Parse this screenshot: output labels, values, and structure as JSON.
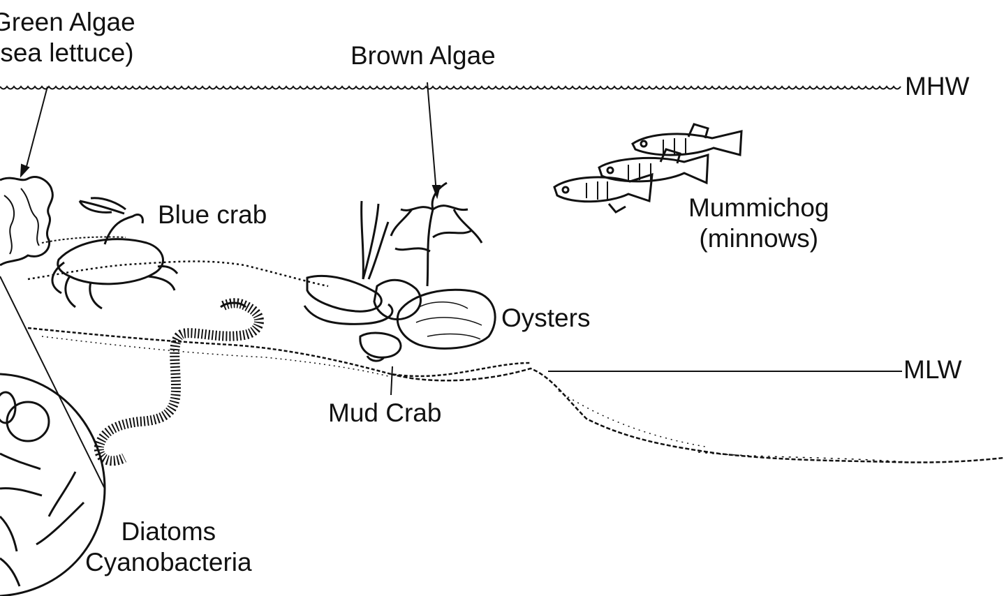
{
  "labels": {
    "green_algae": {
      "line1": "Green Algae",
      "line2": "(sea lettuce)"
    },
    "brown_algae": "Brown Algae",
    "mhw": "MHW",
    "blue_crab": "Blue crab",
    "mummichog": {
      "line1": "Mummichog",
      "line2": "(minnows)"
    },
    "oysters": "Oysters",
    "mlw": "MLW",
    "mud_crab": "Mud Crab",
    "diatoms": {
      "line1": "Diatoms",
      "line2": "Cyanobacteria"
    }
  },
  "colors": {
    "ink": "#111111",
    "background": "#ffffff"
  }
}
